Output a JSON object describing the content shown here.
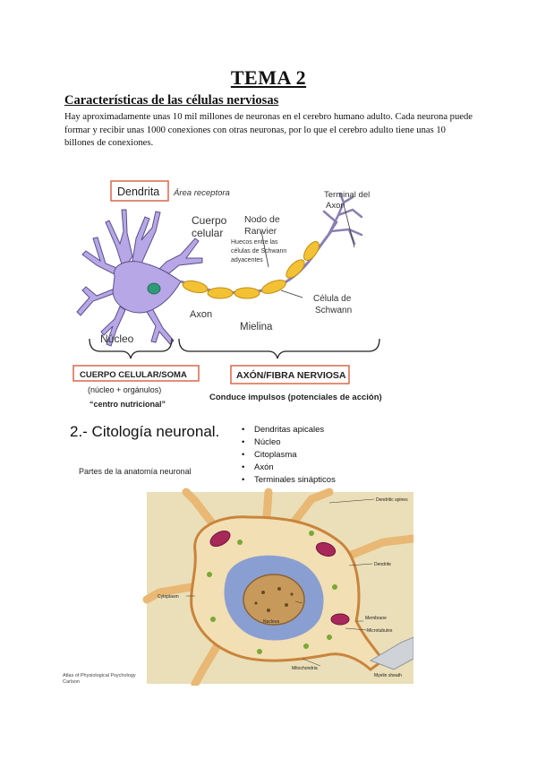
{
  "document": {
    "title": "TEMA 2",
    "section_heading": "Características de las células nerviosas",
    "intro": "Hay aproximadamente unas 10 mil millones de neuronas en el cerebro humano adulto. Cada neurona puede formar y recibir unas 1000 conexiones con otras neuronas, por lo que el cerebro adulto tiene unas 10 billones de conexiones."
  },
  "neuron_diagram": {
    "dendrita": "Dendrita",
    "area_receptora": "Área receptora",
    "cuerpo": "Cuerpo",
    "celular": "celular",
    "nodo_de": "Nodo de",
    "ranvier": "Ranvier",
    "huecos_1": "Huecos entre las",
    "huecos_2": "células de Schwann",
    "huecos_3": "adyacentes",
    "terminal_del": "Terminal del",
    "axon_label": "Axon",
    "axon": "Axon",
    "celula_de": "Célula de",
    "schwann": "Schwann",
    "nucleo": "Núcleo",
    "mielina": "Mielina",
    "cuerpo_soma": "CUERPO CELULAR/SOMA",
    "nucleo_organulos": "(núcleo + orgánulos)",
    "centro_nutricional": "“centro nutricional”",
    "axon_fibra": "AXÓN/FIBRA NERVIOSA",
    "conduce": "Conduce impulsos (potenciales de acción)"
  },
  "citology": {
    "heading": "2.- Citología neuronal.",
    "subheading": "Partes de la anatomía neuronal",
    "bullets": [
      "Dendritas apicales",
      "Núcleo",
      "Citoplasma",
      "Axón",
      "Terminales sinápticos"
    ],
    "labels": {
      "dendritic_spines": "Dendritic spines",
      "dendrite": "Dendrite",
      "cytoplasm": "Cytoplasm",
      "nucleus": "Nucleus",
      "membrane": "Membrane",
      "microtubules": "Microtubules",
      "mitochondria": "Mitochondria",
      "myelin_sheath": "Myelin sheath"
    },
    "credit_1": "Atlas of Physiological Psychology",
    "credit_2": "Carlson"
  },
  "colors": {
    "neuron_body": "#b7a7e6",
    "nucleus": "#2e9a78",
    "myelin": "#f3c234",
    "label_box_border": "#d9694a",
    "cell_membrane": "#c9843c",
    "cell_fill": "#f3dfb4"
  }
}
